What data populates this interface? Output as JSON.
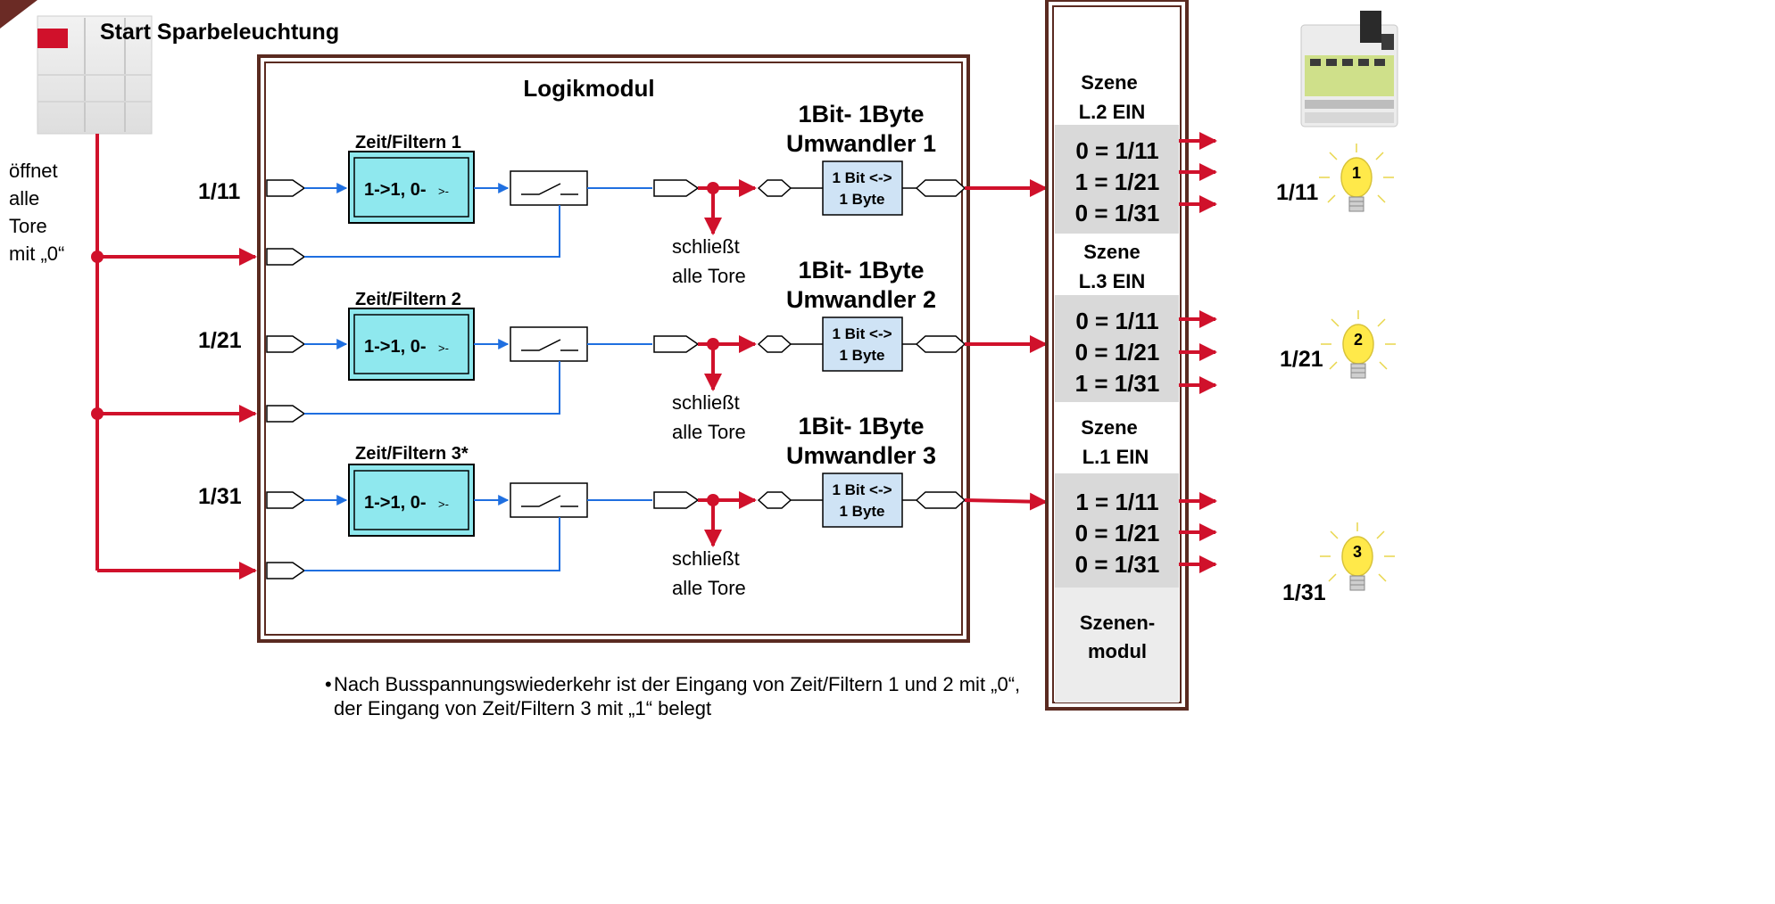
{
  "header": {
    "title": "Start Sparbeleuchtung"
  },
  "left": {
    "lines": [
      "öffnet",
      "alle",
      "Tore",
      "mit „0“"
    ]
  },
  "logic": {
    "title": "Logikmodul",
    "channels": [
      {
        "address": "1/11",
        "filter_title": "Zeit/Filtern 1",
        "filter_text": "1->1, 0-",
        "filter_suffix": ">-",
        "converter_title1": "1Bit- 1Byte",
        "converter_title2": "Umwandler 1",
        "converter_line1": "1 Bit <->",
        "converter_line2": "1 Byte",
        "note1": "schließt",
        "note2": "alle Tore"
      },
      {
        "address": "1/21",
        "filter_title": "Zeit/Filtern 2",
        "filter_text": "1->1, 0-",
        "filter_suffix": ">-",
        "converter_title1": "1Bit- 1Byte",
        "converter_title2": "Umwandler 2",
        "converter_line1": "1 Bit <->",
        "converter_line2": "1 Byte",
        "note1": "schließt",
        "note2": "alle Tore"
      },
      {
        "address": "1/31",
        "filter_title": "Zeit/Filtern 3*",
        "filter_text": "1->1, 0-",
        "filter_suffix": ">-",
        "converter_title1": "1Bit- 1Byte",
        "converter_title2": "Umwandler 3",
        "converter_line1": "1 Bit <->",
        "converter_line2": "1 Byte",
        "note1": "schließt",
        "note2": "alle Tore"
      }
    ]
  },
  "scenes": [
    {
      "label1": "Szene",
      "label2": "L.2 EIN",
      "rows": [
        "0 = 1/11",
        "1 = 1/21",
        "0 = 1/31"
      ]
    },
    {
      "label1": "Szene",
      "label2": "L.3 EIN",
      "rows": [
        "0 = 1/11",
        "0 = 1/21",
        "1 = 1/31"
      ]
    },
    {
      "label1": "Szene",
      "label2": "L.1 EIN",
      "rows": [
        "1 = 1/11",
        "0 = 1/21",
        "0 = 1/31"
      ]
    }
  ],
  "scene_module": {
    "line1": "Szenen-",
    "line2": "modul"
  },
  "lamps": [
    {
      "address": "1/11",
      "number": "1"
    },
    {
      "address": "1/21",
      "number": "2"
    },
    {
      "address": "1/31",
      "number": "3"
    }
  ],
  "footer": {
    "line1": "Nach Busspannungswiederkehr ist der Eingang von Zeit/Filtern 1 und 2 mit „0“,",
    "line2": "der Eingang von Zeit/Filtern 3 mit „1“ belegt"
  },
  "colors": {
    "red": "#d0112b",
    "blue": "#1f6fe0",
    "frame": "#5a2a20",
    "cyan": "#8fe8ee",
    "lightblue": "#cfe3f5",
    "lamp": "#ffe94a"
  }
}
